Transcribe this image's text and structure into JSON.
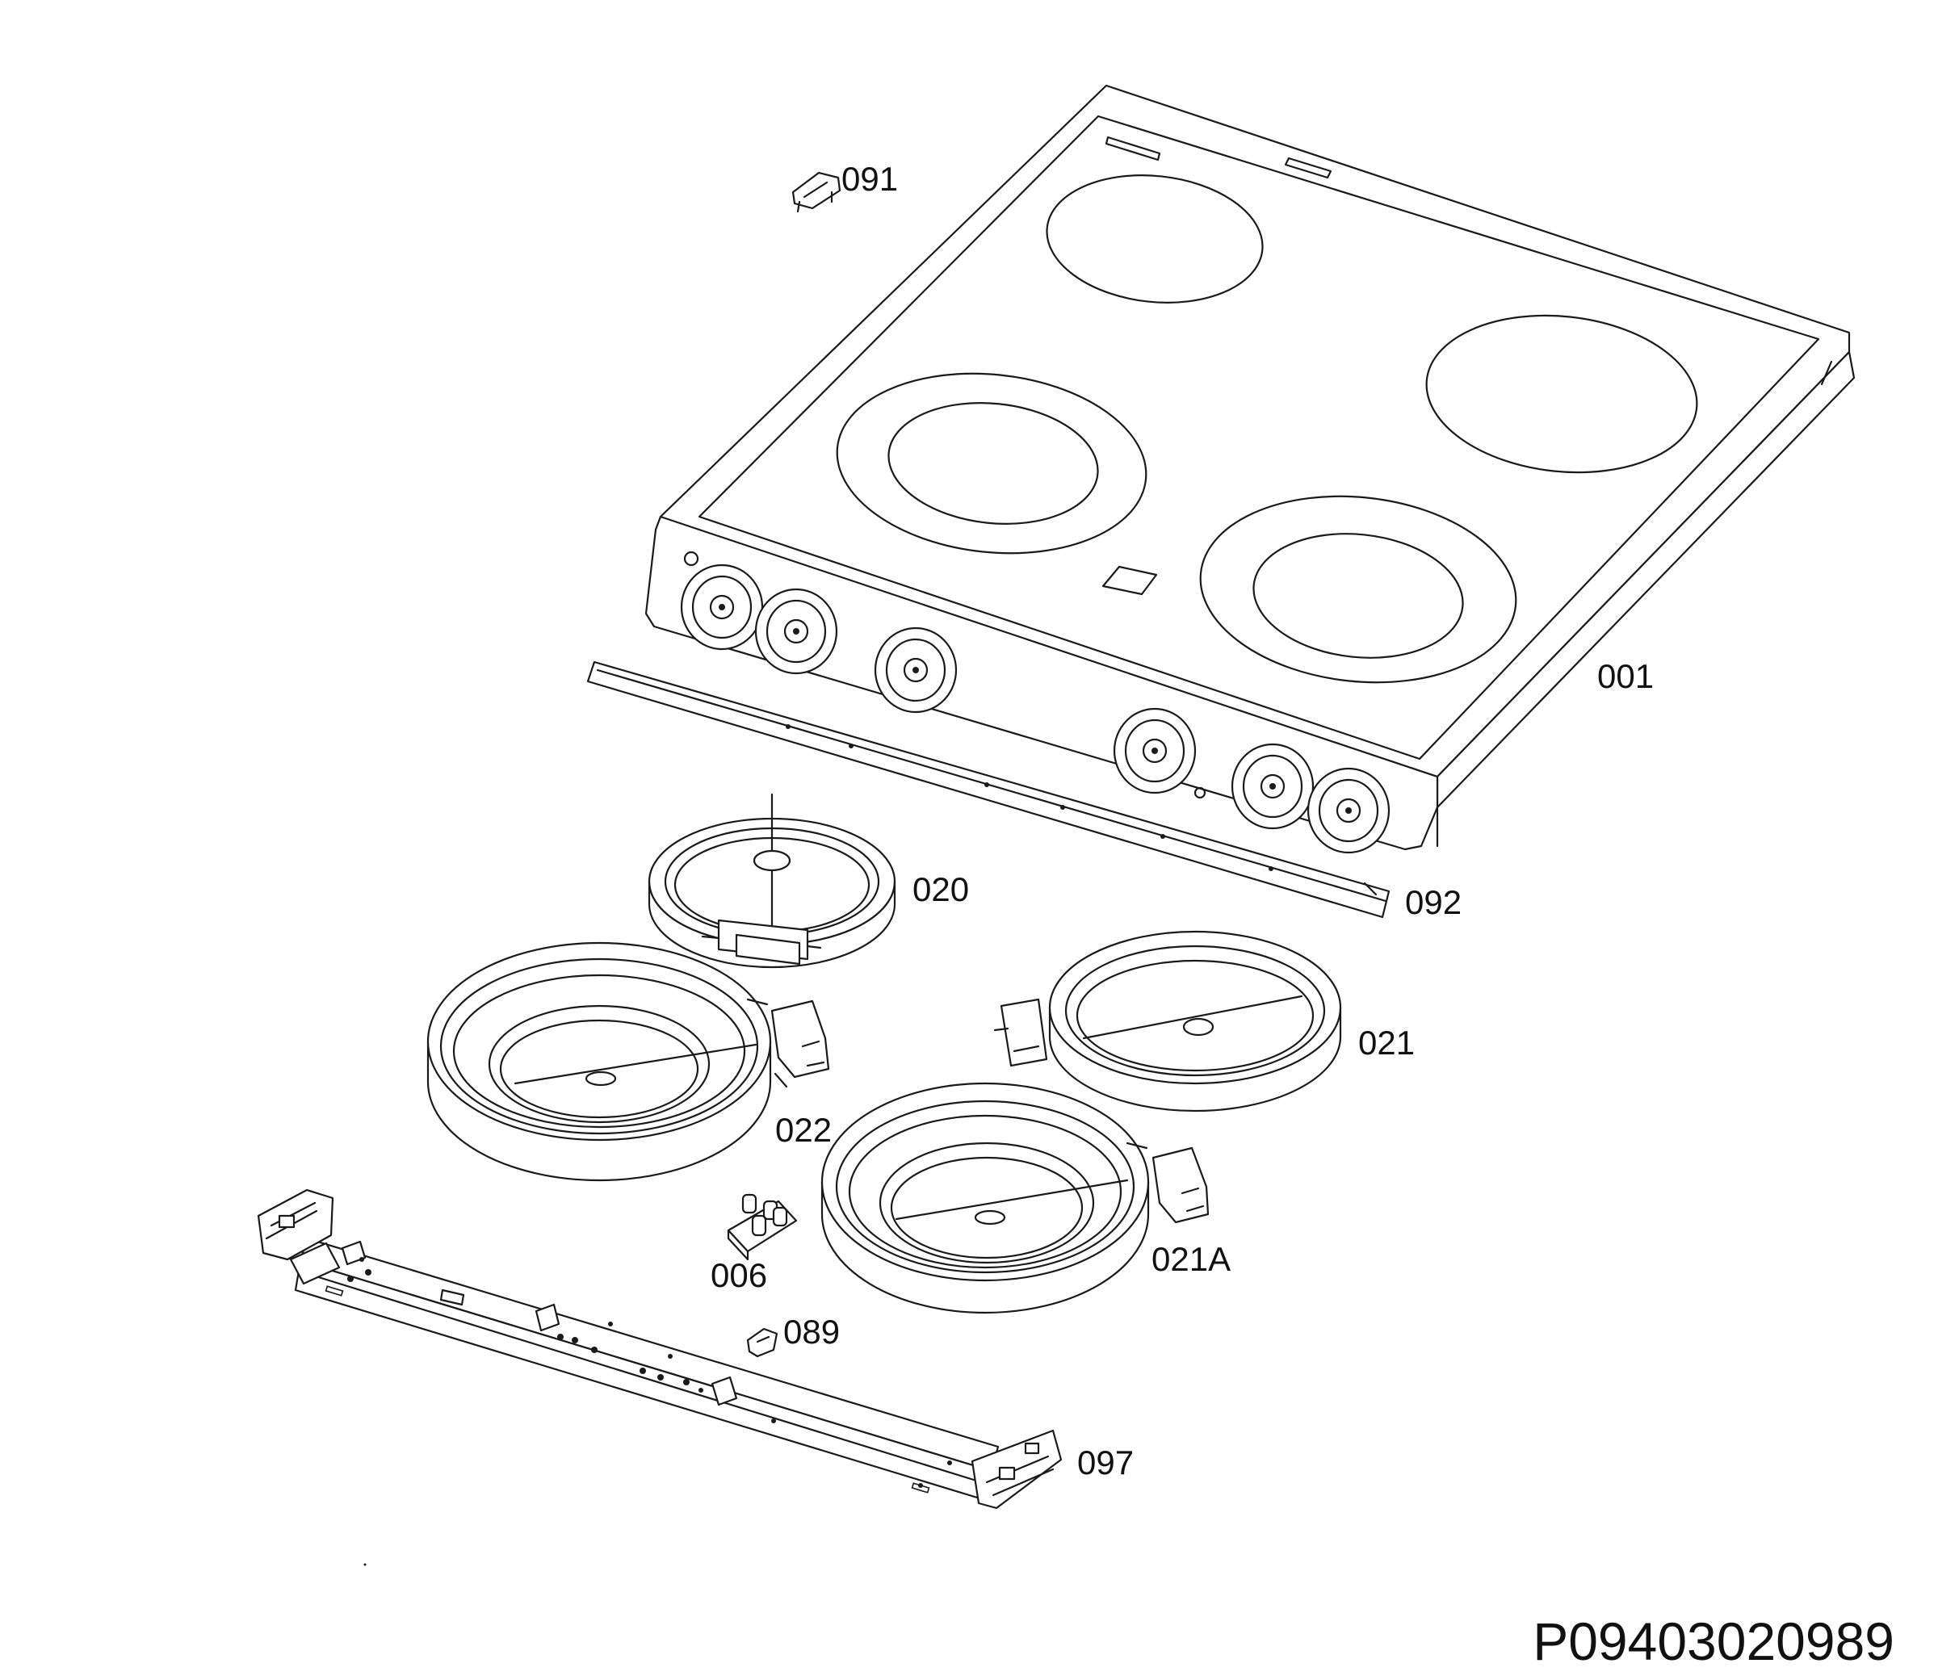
{
  "drawing_code": "P09403020989",
  "parts": [
    {
      "id": "cooktop",
      "label": "001"
    },
    {
      "id": "front-strip",
      "label": "092"
    },
    {
      "id": "clip-top",
      "label": "091"
    },
    {
      "id": "radiant-heater-small",
      "label": "020"
    },
    {
      "id": "radiant-heater-right",
      "label": "021"
    },
    {
      "id": "dual-heater-left",
      "label": "022"
    },
    {
      "id": "dual-heater-front",
      "label": "021A"
    },
    {
      "id": "terminal-block",
      "label": "006"
    },
    {
      "id": "clip-bottom",
      "label": "089"
    },
    {
      "id": "support-rail",
      "label": "097"
    }
  ]
}
